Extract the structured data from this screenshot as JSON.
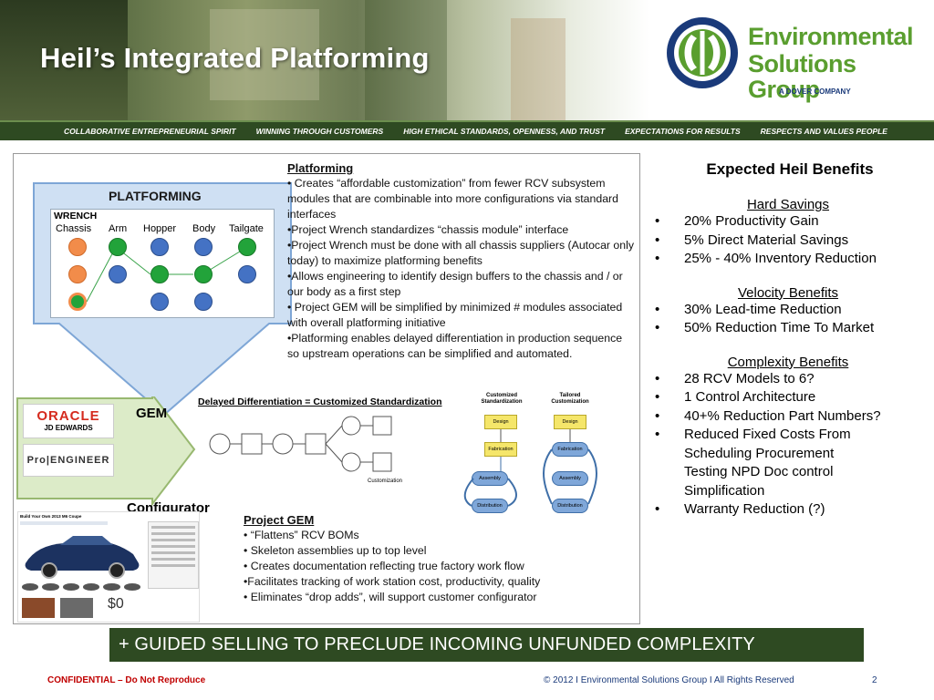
{
  "header": {
    "title": "Heil’s Integrated Platforming",
    "logo": {
      "line1": "Environmental",
      "line2": "Solutions Group",
      "sub": "A DOVER COMPANY"
    }
  },
  "values_bar": [
    "COLLABORATIVE ENTREPRENEURIAL SPIRIT",
    "WINNING THROUGH CUSTOMERS",
    "HIGH ETHICAL STANDARDS, OPENNESS, AND TRUST",
    "EXPECTATIONS FOR RESULTS",
    "RESPECTS AND VALUES PEOPLE"
  ],
  "diagram": {
    "platforming_box_title": "PLATFORMING",
    "wrench": "WRENCH",
    "columns": [
      "Chassis",
      "Arm",
      "Hopper",
      "Body",
      "Tailgate"
    ],
    "platforming_heading": "Platforming",
    "platforming_text": [
      "• Creates “affordable customization”  from fewer RCV subsystem modules that are combinable into more configurations via standard interfaces",
      "•Project Wrench standardizes “chassis module” interface",
      "•Project Wrench must be done with all chassis suppliers (Autocar only today) to maximize platforming benefits",
      "•Allows engineering to identify design buffers to the chassis and / or our body as a first step",
      "• Project GEM  will be simplified by  minimized # modules associated with overall platforming initiative",
      "•Platforming enables delayed differentiation in production sequence so upstream operations can be simplified and automated."
    ],
    "gem_label": "GEM",
    "oracle": "ORACLE",
    "jd_edwards": "JD EDWARDS",
    "pro_engineer": "Pro|ENGINEER",
    "delayed_title": "Delayed Differentiation = Customized Standardization",
    "customization": "Customization",
    "flow_col1": "Customized Standardization",
    "flow_col2": "Tailored Customization",
    "flow_steps": [
      "Design",
      "Fabrication",
      "Assembly",
      "Distribution"
    ],
    "configurator_label": "Configurator",
    "configurator_header": "Build Your Own 2013 M6 Coupe",
    "price": "$0",
    "gem_heading": "Project GEM",
    "gem_text": [
      "• “Flattens” RCV BOMs",
      "• Skeleton assemblies up to top level",
      "• Creates documentation reflecting true factory work flow",
      "•Facilitates tracking of work station cost, productivity, quality",
      "• Eliminates  “drop adds”, will support customer configurator"
    ]
  },
  "benefits": {
    "title": "Expected Heil Benefits",
    "sections": [
      {
        "title": "Hard Savings",
        "items": [
          "20% Productivity Gain",
          "5% Direct Material Savings",
          "25% - 40%  Inventory Reduction"
        ]
      },
      {
        "title": "Velocity Benefits",
        "items": [
          "30% Lead-time Reduction",
          "50% Reduction Time To Market"
        ]
      },
      {
        "title": "Complexity Benefits",
        "items": [
          "28 RCV Models to 6?",
          "1 Control Architecture",
          "40+% Reduction Part Numbers?",
          "Reduced Fixed Costs From Scheduling  Procurement Testing NPD Doc control Simplification",
          "Warranty Reduction (?)"
        ]
      }
    ]
  },
  "banner": "+ GUIDED SELLING TO PRECLUDE INCOMING UNFUNDED COMPLEXITY",
  "footer": {
    "confidential": "CONFIDENTIAL – Do Not Reproduce",
    "copyright": "©  2012  I  Environmental Solutions Group  I  All Rights Reserved",
    "page": "2"
  },
  "colors": {
    "brand_green": "#5a9e2f",
    "dark_green": "#2e4a22",
    "navy": "#1a3a7a",
    "confidential_red": "#c00000",
    "node_orange": "#f28c4a",
    "node_green": "#22a33a",
    "node_blue": "#4472c4"
  }
}
